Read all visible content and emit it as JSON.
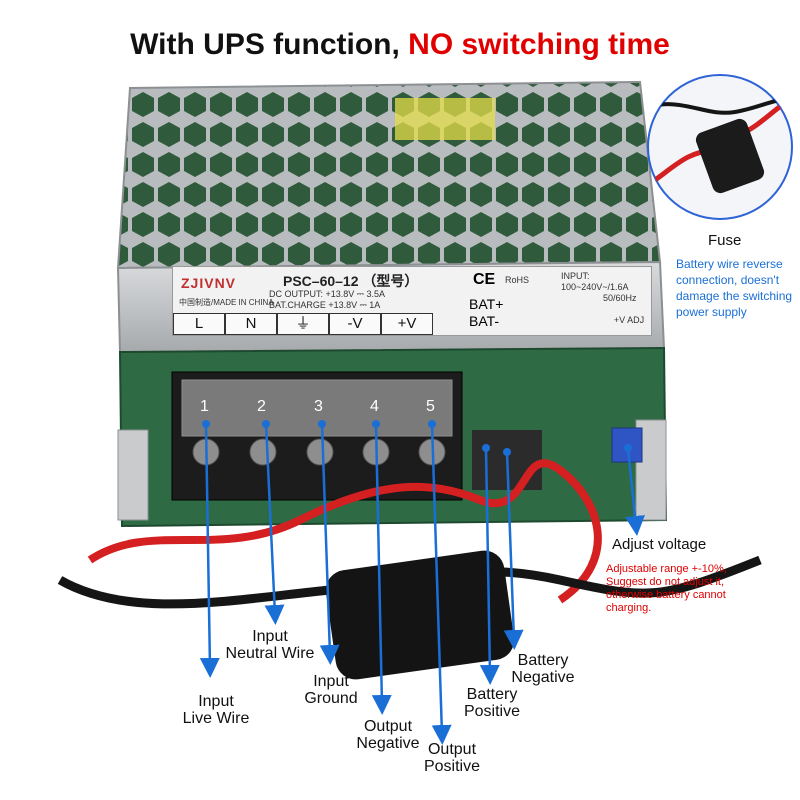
{
  "headline": {
    "part1": "With UPS function, ",
    "part2": "NO switching time"
  },
  "plate": {
    "brand": "ZJIVNV",
    "model": "PSC–60–12 （型号）",
    "dc_output": "DC OUTPUT:  +13.8V  ⎓ 3.5A",
    "bat_charge": "BAT.CHARGE  +13.8V  ⎓ 1A",
    "made_in": "中国制造/MADE IN CHINA",
    "input": "INPUT:",
    "input_range": "100~240V~/1.6A",
    "freq": "50/60Hz",
    "terminals": [
      "L",
      "N",
      "⏚",
      "-V",
      "+V"
    ],
    "bat_plus": "BAT+",
    "bat_minus": "BAT-",
    "adj": "+V ADJ",
    "ce": "CE",
    "rohs": "RoHS"
  },
  "terminal_numbers": [
    "1",
    "2",
    "3",
    "4",
    "5"
  ],
  "callouts": {
    "fuse_title": "Fuse",
    "fuse_note": [
      "Battery wire reverse",
      "connection, doesn't",
      "damage the switching",
      "power supply"
    ],
    "adjust_title": "Adjust voltage",
    "adjust_note": [
      "Adjustable range +-10%,",
      "Suggest do not adjust it,",
      "otherwise battery cannot",
      "charging."
    ],
    "input_live": [
      "Input",
      "Live Wire"
    ],
    "input_neutral": [
      "Input",
      "Neutral Wire"
    ],
    "input_ground": [
      "Input",
      "Ground"
    ],
    "output_negative": [
      "Output",
      "Negative"
    ],
    "output_positive": [
      "Output",
      "Positive"
    ],
    "battery_positive": [
      "Battery",
      "Positive"
    ],
    "battery_negative": [
      "Battery",
      "Negative"
    ]
  },
  "colors": {
    "accent_red": "#e00000",
    "arrow_blue": "#1a6fd6",
    "note_blue": "#1a6fd6"
  }
}
